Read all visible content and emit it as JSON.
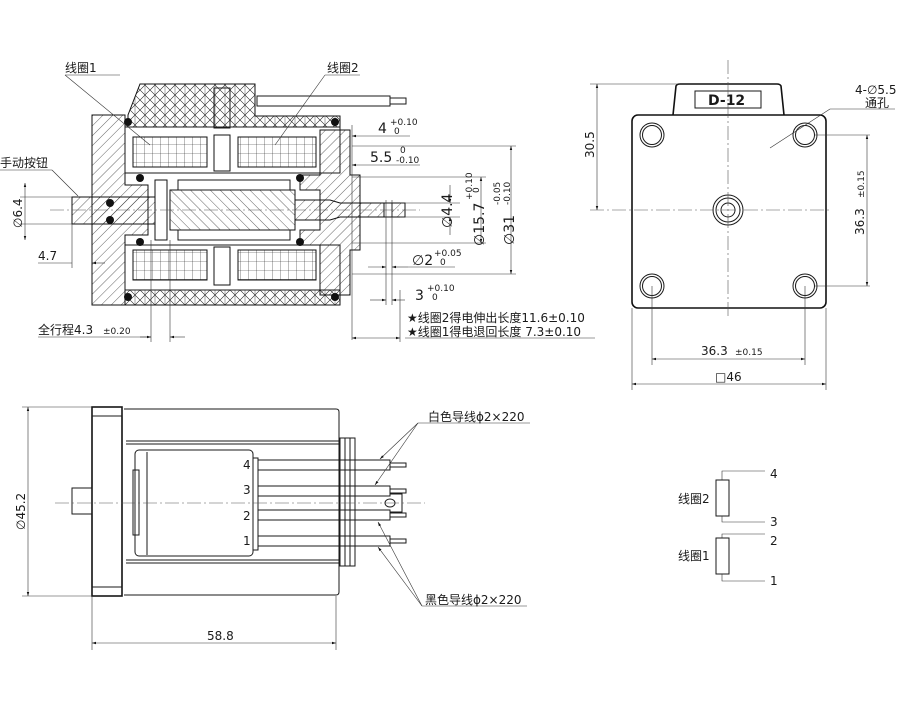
{
  "title": "D-12 push-pull solenoid technical drawing",
  "section_view": {
    "labels": {
      "coil1": "线圈1",
      "coil2": "线圈2",
      "manual_button": "手动按钮"
    },
    "dimensions": {
      "d_button": "∅6.4",
      "button_offset": "4.7",
      "full_stroke": "全行程4.3",
      "full_stroke_tol": "±0.20",
      "d4_value": "4",
      "d4_tol_upper": "+0.10",
      "d4_tol_lower": "0",
      "d55_value": "5.5",
      "d55_tol_upper": "0",
      "d55_tol_lower": "-0.10",
      "d_shaft": "∅4.4",
      "d_boss": "∅15.7",
      "d_boss_tol_upper": "+0.10",
      "d_boss_tol_lower": "0",
      "d_thread": "∅31",
      "d_thread_tol_upper": "-0.05",
      "d_thread_tol_lower": "-0.10",
      "d_pin": "∅2",
      "d_pin_tol_upper": "+0.05",
      "d_pin_tol_lower": "0",
      "d3_value": "3",
      "d3_tol_upper": "+0.10",
      "d3_tol_lower": "0"
    },
    "notes": [
      "★线圈2得电伸出长度11.6±0.10",
      "★线圈1得电退回长度 7.3±0.10"
    ]
  },
  "front_view": {
    "model_label": "D-12",
    "height_dim": "30.5",
    "hole_label_line1": "4-∅5.5",
    "hole_label_line2": "通孔",
    "vertical_spacing": "36.3",
    "vertical_spacing_tol": "±0.15",
    "horizontal_spacing": "36.3",
    "horizontal_spacing_tol": "±0.15",
    "square_size": "□46"
  },
  "side_view": {
    "diameter": "∅45.2",
    "length": "58.8",
    "terminal_numbers": [
      "4",
      "3",
      "2",
      "1"
    ],
    "white_wire_label": "白色导线ϕ2×220",
    "black_wire_label": "黑色导线ϕ2×220"
  },
  "schematic": {
    "coil2_label": "线圈2",
    "coil1_label": "线圈1",
    "pins": [
      "4",
      "3",
      "2",
      "1"
    ]
  }
}
